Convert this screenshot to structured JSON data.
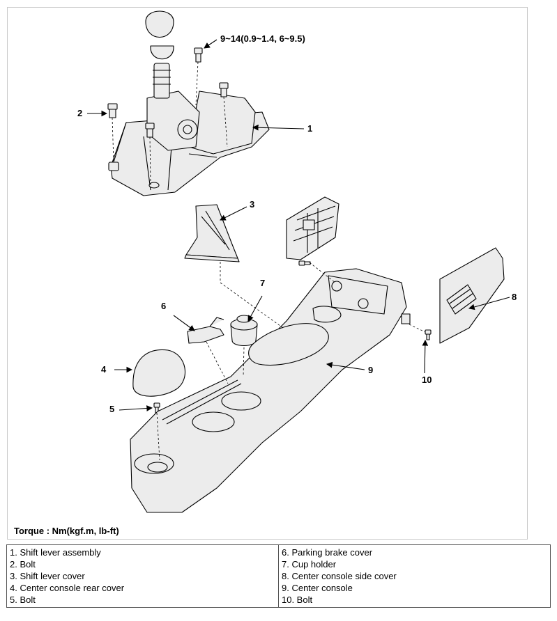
{
  "callouts": {
    "c1": "1",
    "c2": "2",
    "c3": "3",
    "c4": "4",
    "c5": "5",
    "c6": "6",
    "c7": "7",
    "c8": "8",
    "c9": "9",
    "c10": "10",
    "torque_spec": "9~14(0.9~1.4, 6~9.5)"
  },
  "torque_note": "Torque : Nm(kgf.m, lb-ft)",
  "legend": {
    "left": [
      "1. Shift lever assembly",
      "2. Bolt",
      "3. Shift lever cover",
      "4. Center console rear cover",
      "5. Bolt"
    ],
    "right": [
      "6. Parking brake cover",
      "7. Cup holder",
      "8. Center console side cover",
      "9. Center console",
      "10. Bolt"
    ]
  },
  "colors": {
    "line": "#000000",
    "part_fill": "#ececec",
    "frame_border": "#c8c8c8",
    "table_border": "#555555"
  }
}
